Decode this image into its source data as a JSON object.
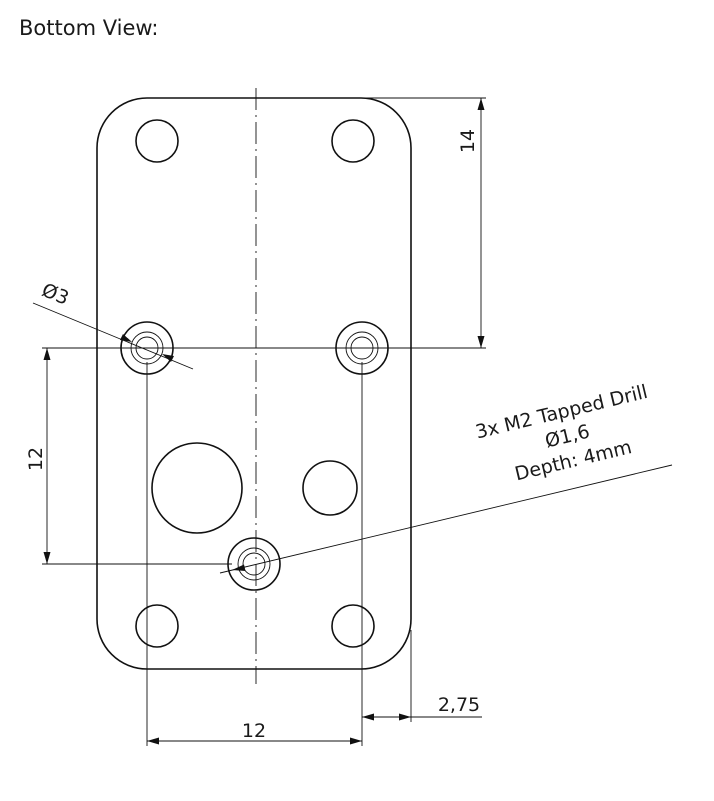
{
  "view_title": "Bottom View:",
  "dimensions": {
    "top_offset": "14",
    "vertical_spacing": "12",
    "horizontal_spacing": "12",
    "edge_offset": "2,75",
    "hole_diameter": "Ø3"
  },
  "note": {
    "line1": "3x M2 Tapped Drill",
    "line2": "Ø1,6",
    "line3": "Depth: 4mm"
  }
}
